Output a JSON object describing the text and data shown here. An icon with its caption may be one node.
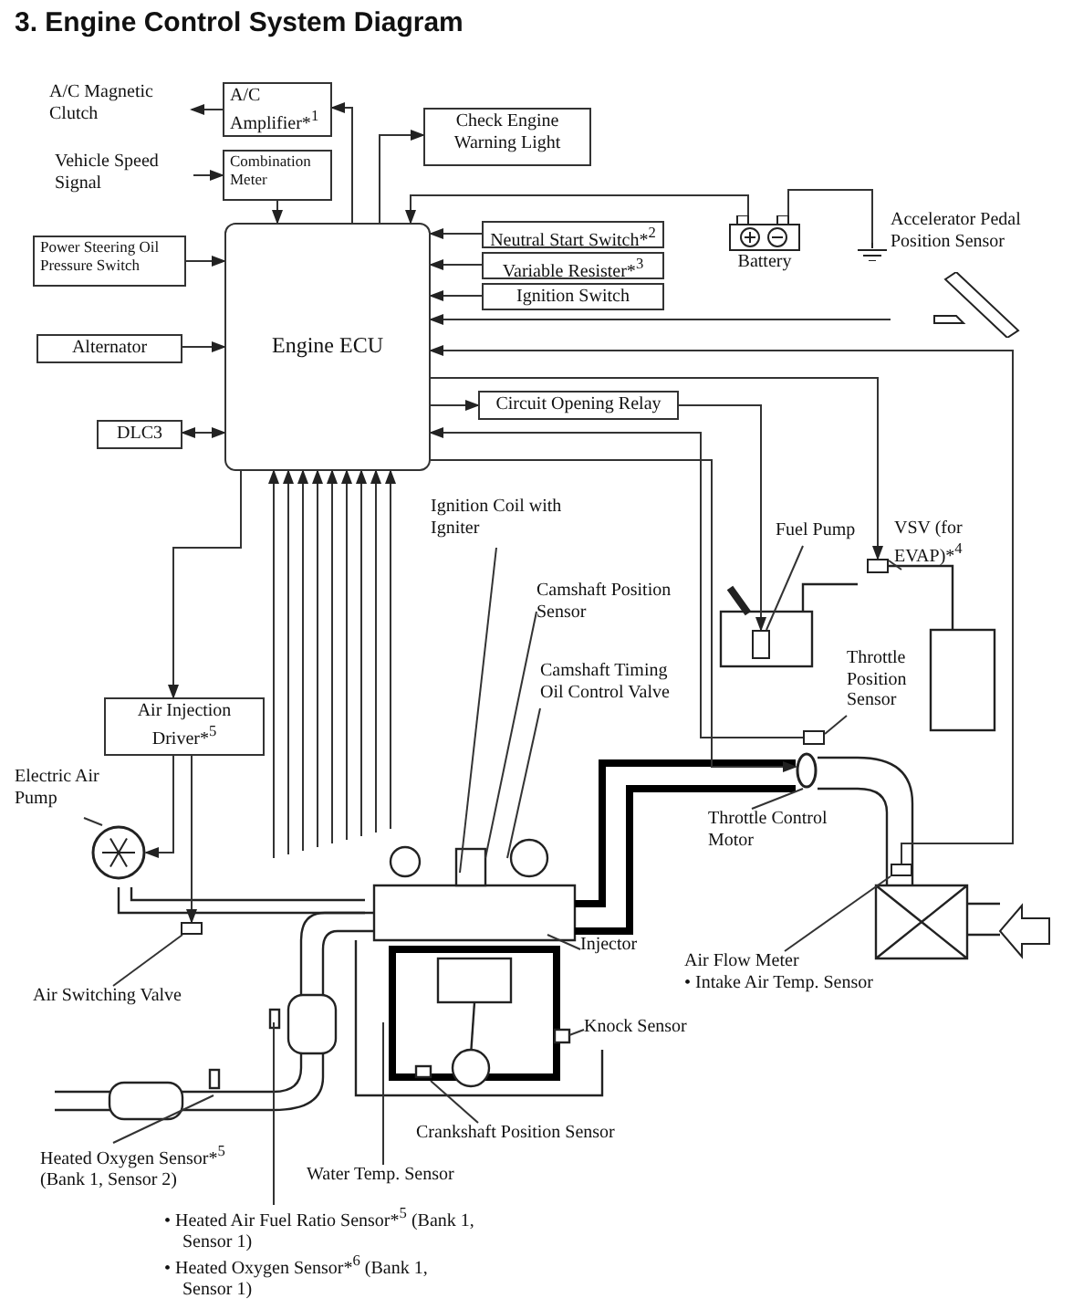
{
  "diagram": {
    "title": "3. Engine Control System Diagram",
    "nodes": [
      {
        "text": [
          "Engine ECU"
        ]
      },
      {
        "text": [
          "A/C Magnetic Clutch"
        ]
      },
      {
        "text": [
          "A/C Amplifier*$^{1}$"
        ]
      },
      {
        "text": [
          "Check Engine Warning Light"
        ]
      },
      {
        "text": [
          "Vehicle Speed Signal"
        ]
      },
      {
        "text": [
          "Combination Meter"
        ]
      },
      {
        "text": [
          "Power Steering Oil Pressure Switch"
        ]
      },
      {
        "text": [
          "Alternator"
        ]
      },
      {
        "text": [
          "DLC3"
        ]
      },
      {
        "text": [
          "Neutral Start Switch*$^{2}$"
        ]
      },
      {
        "text": [
          "Variable Resister*$^{3}$"
        ]
      },
      {
        "text": [
          "Ignition Switch"
        ]
      },
      {
        "text": [
          "Battery"
        ]
      },
      {
        "text": [],
        "shape": "ground"
      },
      {
        "text": [
          "Accelerator Pedal Position Sensor"
        ]
      },
      {
        "text": [
          "Circuit Opening Relay"
        ]
      },
      {
        "text": [
          "Air Injection Driver*$^{5}$"
        ]
      },
      {
        "text": [
          "Electric Air Pump"
        ]
      },
      {
        "text": [],
        "shape": "circle"
      },
      {
        "text": [
          "Air Switching Valve"
        ]
      },
      {
        "text": [],
        "shape": "box"
      },
      {
        "text": [
          "Ignition Coil with Igniter"
        ]
      },
      {
        "text": [
          "Camshaft Position Sensor"
        ]
      },
      {
        "text": [
          "Camshaft Timing Oil Control Valve"
        ]
      },
      {
        "text": [
          "Fuel Pump"
        ]
      },
      {
        "text": [],
        "shape": "box"
      },
      {
        "text": [
          "VSV (for EVAP)*$^{4}$"
        ]
      },
      {
        "text": [],
        "shape": "box"
      },
      {
        "text": [
          "Throttle Position Sensor"
        ]
      },
      {
        "text": [],
        "shape": "box"
      },
      {
        "text": [
          "Throttle Control Motor"
        ]
      },
      {
        "text": [],
        "shape": "circle"
      },
      {
        "text": [
          "Injector"
        ]
      },
      {
        "text": [
          "Air Flow Meter",
          "• Intake Air Temp. Sensor"
        ]
      },
      {
        "text": [],
        "shape": "box"
      },
      {
        "text": [
          "Knock Sensor"
        ]
      },
      {
        "text": [
          "Crankshaft Position Sensor"
        ]
      },
      {
        "text": [
          "Water Temp. Sensor"
        ]
      },
      {
        "text": [
          "Heated Oxygen Sensor*$^{5}$ (Bank 1, Sensor 2)"
        ]
      },
      {
        "text": [
          "• Heated Air Fuel Ratio Sensor*$^{5}$ (Bank 1, Sensor 1)",
          "• Heated Oxygen Sensor*$^{6}$ (Bank 1, Sensor 1)"
        ]
      }
    ],
    "edges": [
      {
        "from": 0,
        "to": 2,
        "arrow": "to"
      },
      {
        "from": 2,
        "to": 1,
        "arrow": "to"
      },
      {
        "from": 0,
        "to": 3,
        "arrow": "to"
      },
      {
        "from": 4,
        "to": 5,
        "arrow": "to"
      },
      {
        "from": 5,
        "to": 0,
        "arrow": "to"
      },
      {
        "from": 6,
        "to": 0,
        "arrow": "to"
      },
      {
        "from": 7,
        "to": 0,
        "arrow": "to"
      },
      {
        "from": 0,
        "to": 8,
        "arrow": "both"
      },
      {
        "from": 9,
        "to": 0,
        "arrow": "to"
      },
      {
        "from": 10,
        "to": 0,
        "arrow": "to"
      },
      {
        "from": 11,
        "to": 0,
        "arrow": "to"
      },
      {
        "from": 12,
        "to": 0,
        "arrow": "to"
      },
      {
        "from": 12,
        "to": 13,
        "arrow": "none"
      },
      {
        "from": 14,
        "to": 0,
        "arrow": "to"
      },
      {
        "from": 0,
        "to": 15,
        "arrow": "to"
      },
      {
        "from": 34,
        "to": 0,
        "arrow": "to"
      },
      {
        "from": 0,
        "to": 27,
        "arrow": "to"
      },
      {
        "from": 15,
        "to": 25,
        "arrow": "to"
      },
      {
        "from": 29,
        "to": 0,
        "arrow": "to"
      },
      {
        "from": 0,
        "to": 31,
        "arrow": "to"
      },
      {
        "from": 0,
        "to": 16,
        "arrow": "to"
      },
      {
        "from": 16,
        "to": 18,
        "arrow": "to"
      },
      {
        "from": 16,
        "to": 20,
        "arrow": "to"
      },
      {
        "from": 17,
        "to": 18,
        "arrow": "none"
      },
      {
        "from": 19,
        "to": 20,
        "arrow": "none"
      },
      {
        "from": 24,
        "to": 25,
        "arrow": "none"
      },
      {
        "from": 26,
        "to": 27,
        "arrow": "none"
      },
      {
        "from": 28,
        "to": 29,
        "arrow": "none"
      },
      {
        "from": 30,
        "to": 31,
        "arrow": "none"
      },
      {
        "from": 33,
        "to": 34,
        "arrow": "none"
      },
      {
        "from": 21,
        "to": null,
        "arrow": "none"
      },
      {
        "from": 22,
        "to": null,
        "arrow": "none"
      },
      {
        "from": 23,
        "to": null,
        "arrow": "none"
      },
      {
        "from": 32,
        "to": null,
        "arrow": "none"
      },
      {
        "from": 35,
        "to": null,
        "arrow": "none"
      },
      {
        "from": 36,
        "to": null,
        "arrow": "none"
      },
      {
        "from": 37,
        "to": null,
        "arrow": "none"
      },
      {
        "from": 38,
        "to": null,
        "arrow": "none"
      },
      {
        "from": 39,
        "to": null,
        "arrow": "none"
      },
      {
        "from": null,
        "to": 0,
        "arrow": "to"
      },
      {
        "from": null,
        "to": 0,
        "arrow": "to"
      },
      {
        "from": null,
        "to": 0,
        "arrow": "to"
      },
      {
        "from": null,
        "to": 0,
        "arrow": "to"
      },
      {
        "from": null,
        "to": 0,
        "arrow": "to"
      },
      {
        "from": null,
        "to": 0,
        "arrow": "to"
      },
      {
        "from": null,
        "to": 0,
        "arrow": "to"
      },
      {
        "from": null,
        "to": 0,
        "arrow": "to"
      },
      {
        "from": null,
        "to": 0,
        "arrow": "to"
      }
    ]
  }
}
